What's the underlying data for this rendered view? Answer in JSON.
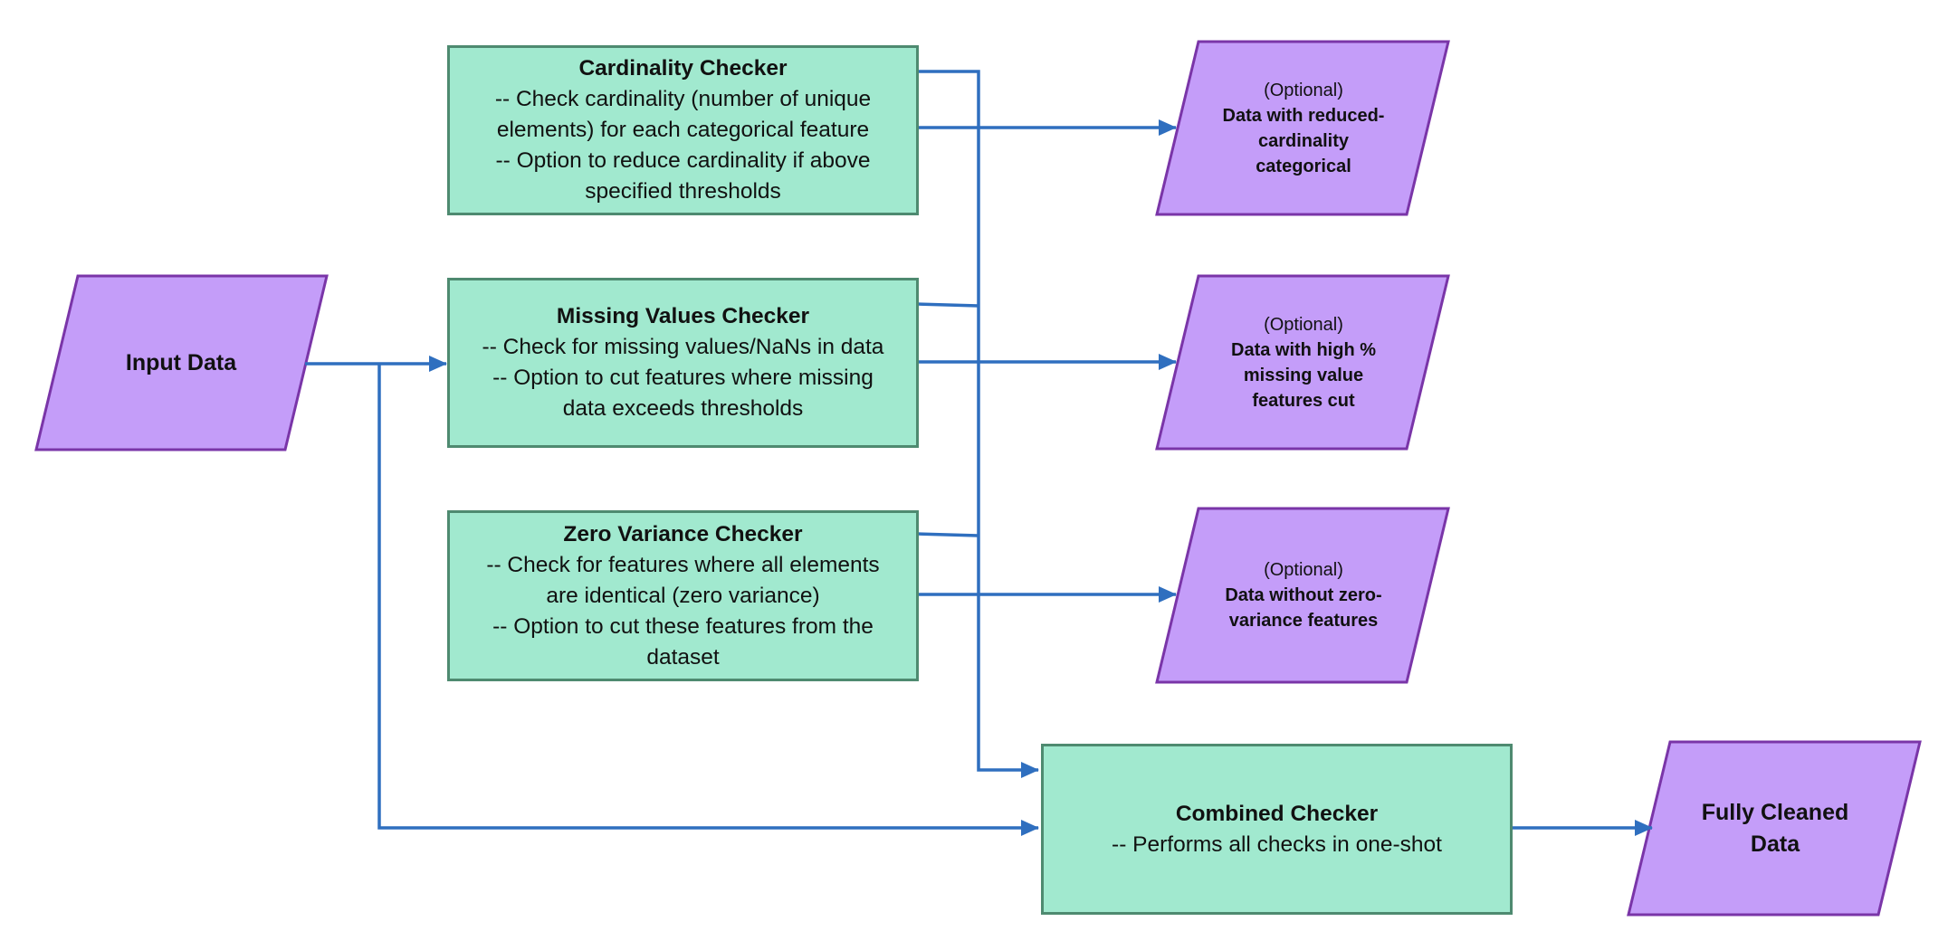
{
  "colors": {
    "process_fill": "#a1e9cf",
    "process_border": "#4e8a70",
    "io_fill": "#c49df9",
    "io_border": "#7a35a8",
    "connector": "#2f6fbf"
  },
  "input": {
    "label": "Input Data"
  },
  "checkers": {
    "cardinality": {
      "title": "Cardinality Checker",
      "line1": "-- Check cardinality (number of unique",
      "line2": "elements) for each categorical feature",
      "line3": "-- Option to reduce cardinality if above",
      "line4": "specified thresholds"
    },
    "missing": {
      "title": "Missing Values Checker",
      "line1": "-- Check for missing values/NaNs in data",
      "line2": "-- Option to cut features where missing",
      "line3": "data exceeds thresholds"
    },
    "zero_variance": {
      "title": "Zero Variance Checker",
      "line1": "-- Check for features where all elements",
      "line2": "are identical (zero variance)",
      "line3": "-- Option to cut these features from the",
      "line4": "dataset"
    },
    "combined": {
      "title": "Combined Checker",
      "line1": "-- Performs all checks in one-shot"
    }
  },
  "outputs": {
    "cardinality": {
      "optional": "(Optional)",
      "line1": "Data with reduced-",
      "line2": "cardinality",
      "line3": "categorical"
    },
    "missing": {
      "optional": "(Optional)",
      "line1": "Data with high %",
      "line2": "missing value",
      "line3": "features cut"
    },
    "zero_variance": {
      "optional": "(Optional)",
      "line1": "Data without zero-",
      "line2": "variance features"
    },
    "final": {
      "line1": "Fully Cleaned",
      "line2": "Data"
    }
  }
}
